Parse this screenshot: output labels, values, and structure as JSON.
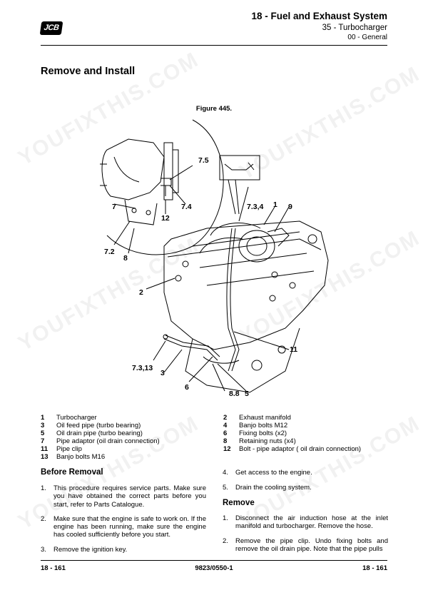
{
  "header": {
    "logo": "JCB",
    "title": "18 - Fuel and Exhaust System",
    "subtitle": "35 - Turbocharger",
    "subsubtitle": "00 - General"
  },
  "page_title": "Remove and Install",
  "figure": {
    "caption": "Figure 445.",
    "callouts": [
      "7.5",
      "7",
      "7.4",
      "12",
      "7.2",
      "8",
      "7.3,4",
      "1",
      "9",
      "2",
      "11",
      "7.3,13",
      "3",
      "6",
      "8.8",
      "5"
    ]
  },
  "legend": {
    "left": [
      {
        "num": "1",
        "text": "Turbocharger"
      },
      {
        "num": "3",
        "text": "Oil feed pipe (turbo bearing)"
      },
      {
        "num": "5",
        "text": "Oil drain pipe (turbo bearing)"
      },
      {
        "num": "7",
        "text": "Pipe adaptor (oil drain connection)"
      },
      {
        "num": "11",
        "text": "Pipe clip"
      },
      {
        "num": "13",
        "text": "Banjo bolts M16"
      }
    ],
    "right": [
      {
        "num": "2",
        "text": "Exhaust manifold"
      },
      {
        "num": "4",
        "text": "Banjo bolts M12"
      },
      {
        "num": "6",
        "text": "Fixing bolts (x2)"
      },
      {
        "num": "8",
        "text": "Retaining nuts (x4)"
      },
      {
        "num": "12",
        "text": "Bolt - pipe adaptor ( oil drain connection)"
      }
    ]
  },
  "before_removal": {
    "heading": "Before Removal",
    "steps": [
      {
        "num": "1.",
        "text": "This procedure requires service parts. Make sure you have obtained the correct parts before you start, refer to Parts Catalogue."
      },
      {
        "num": "2.",
        "text": "Make sure that the engine is safe to work on. If the engine has been running, make sure the engine has cooled sufficiently before you start."
      },
      {
        "num": "3.",
        "text": "Remove the ignition key."
      }
    ],
    "steps_continued": [
      {
        "num": "4.",
        "text": "Get access to the engine."
      },
      {
        "num": "5.",
        "text": "Drain the cooling system."
      }
    ]
  },
  "remove": {
    "heading": "Remove",
    "steps": [
      {
        "num": "1.",
        "text": "Disconnect the air induction hose at the inlet manifold and turbocharger. Remove the hose."
      },
      {
        "num": "2.",
        "text": "Remove the pipe clip. Undo fixing bolts and remove the oil drain pipe. Note that the pipe pulls"
      }
    ]
  },
  "footer": {
    "left": "18 - 161",
    "center": "9823/0550-1",
    "right": "18 - 161"
  },
  "watermark": "YOUFIXTHIS.COM"
}
